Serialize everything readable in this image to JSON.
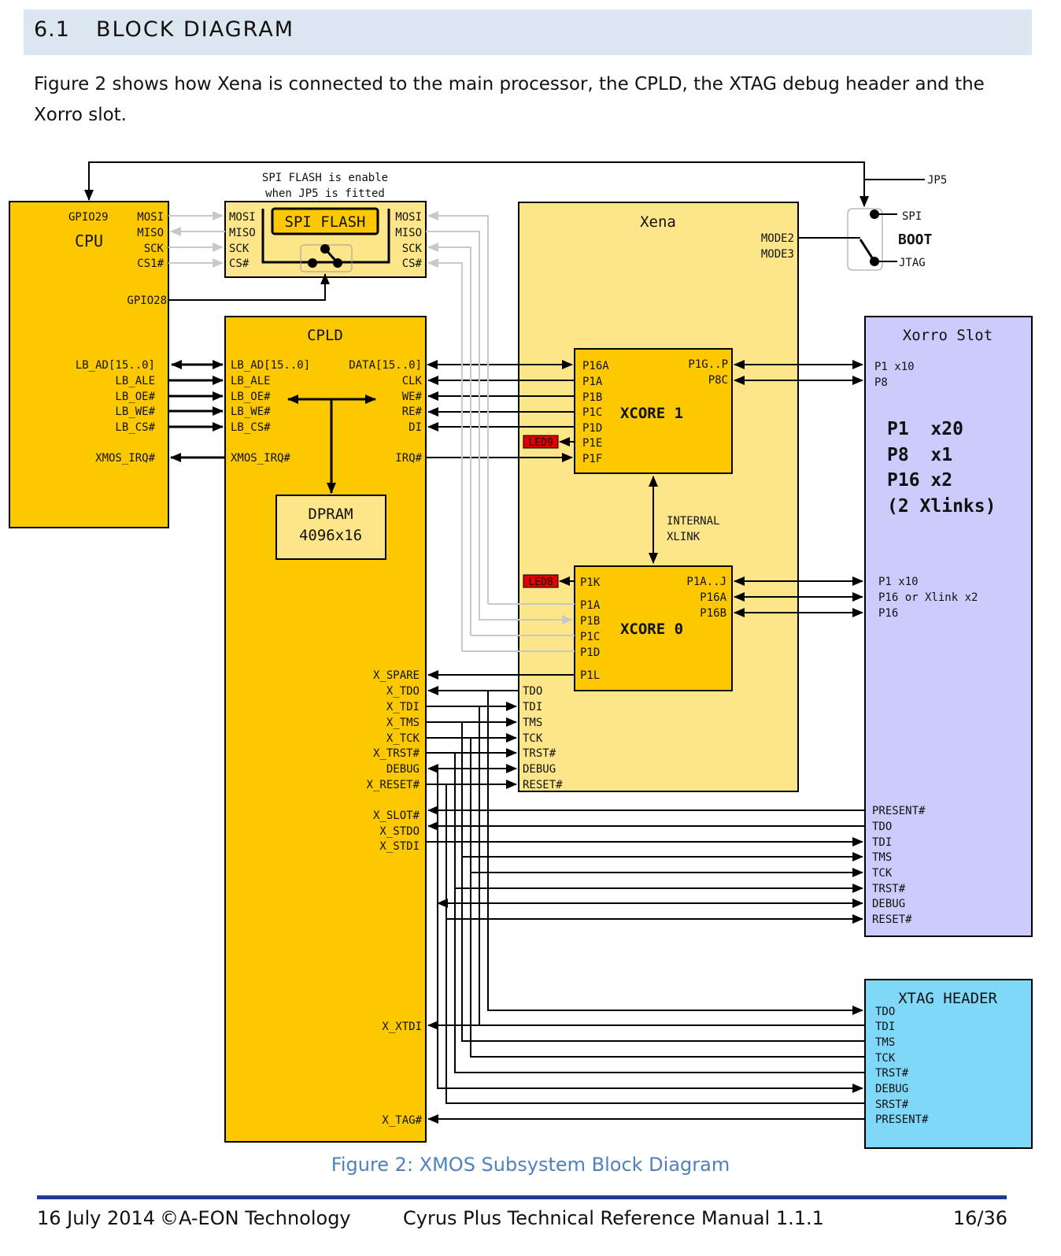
{
  "section": {
    "number": "6.1",
    "title": "BLOCK DIAGRAM"
  },
  "intro": "Figure 2 shows how Xena is connected to the main processor, the CPLD, the XTAG debug header and the Xorro slot.",
  "caption": "Figure 2: XMOS Subsystem Block Diagram",
  "footer": {
    "date": "16 July 2014",
    "copyright": "©A-EON Technology",
    "manual": "Cyrus Plus Technical Reference Manual 1.1.1",
    "page": "16/36"
  },
  "diagram": {
    "spi_note_1": "SPI FLASH is enable",
    "spi_note_2": "when JP5 is fitted",
    "jp5": "JP5",
    "cpu": {
      "title": "CPU",
      "gpio29": "GPIO29",
      "gpio28": "GPIO28",
      "mosi": "MOSI",
      "miso": "MISO",
      "sck": "SCK",
      "cs1": "CS1#",
      "lb_ad": "LB_AD[15..0]",
      "lb_ale": "LB_ALE",
      "lb_oe": "LB_OE#",
      "lb_we": "LB_WE#",
      "lb_cs": "LB_CS#",
      "xmos_irq": "XMOS_IRQ#"
    },
    "flash": {
      "title": "SPI FLASH",
      "mosi": "MOSI",
      "miso": "MISO",
      "sck": "SCK",
      "cs": "CS#"
    },
    "xena": {
      "title": "Xena",
      "mode2": "MODE2",
      "mode3": "MODE3",
      "tdo": "TDO",
      "tdi": "TDI",
      "tms": "TMS",
      "tck": "TCK",
      "trst": "TRST#",
      "debug": "DEBUG",
      "reset": "RESET#"
    },
    "boot": {
      "spi": "SPI",
      "title": "BOOT",
      "jtag": "JTAG"
    },
    "cpld": {
      "title": "CPLD",
      "lb_ad": "LB_AD[15..0]",
      "lb_ale": "LB_ALE",
      "lb_oe": "LB_OE#",
      "lb_we": "LB_WE#",
      "lb_cs": "LB_CS#",
      "xmos_irq": "XMOS_IRQ#",
      "data": "DATA[15..0]",
      "clk": "CLK",
      "we": "WE#",
      "re": "RE#",
      "di": "DI",
      "irq": "IRQ#",
      "x_spare": "X_SPARE",
      "x_tdo": "X_TDO",
      "x_tdi": "X_TDI",
      "x_tms": "X_TMS",
      "x_tck": "X_TCK",
      "x_trst": "X_TRST#",
      "debug": "DEBUG",
      "x_reset": "X_RESET#",
      "x_slot": "X_SLOT#",
      "x_stdo": "X_STDO",
      "x_stdi": "X_STDI",
      "x_xtdi": "X_XTDI",
      "x_tag": "X_TAG#"
    },
    "dpram": {
      "line1": "DPRAM",
      "line2": "4096x16"
    },
    "xcore1": {
      "title": "XCORE 1",
      "p16a": "P16A",
      "p1a": "P1A",
      "p1b": "P1B",
      "p1c": "P1C",
      "p1d": "P1D",
      "p1e": "P1E",
      "p1f": "P1F",
      "p1g": "P1G..P",
      "p8c": "P8C",
      "led": "LED9"
    },
    "xlink": {
      "line1": "INTERNAL",
      "line2": "XLINK"
    },
    "xcore0": {
      "title": "XCORE 0",
      "p1k": "P1K",
      "p1a": "P1A",
      "p1b": "P1B",
      "p1c": "P1C",
      "p1d": "P1D",
      "p1l": "P1L",
      "p1aj": "P1A..J",
      "p16a": "P16A",
      "p16b": "P16B",
      "led": "LED8"
    },
    "xorro": {
      "title": "Xorro Slot",
      "p1x10": "P1 x10",
      "p8": "P8",
      "big1": "P1  x20",
      "big2": "P8  x1",
      "big3": "P16 x2",
      "big4": "(2 Xlinks)",
      "b_p1x10": "P1 x10",
      "b_p16": "P16 or Xlink x2",
      "b_p16b": "P16",
      "present": "PRESENT#",
      "tdo": "TDO",
      "tdi": "TDI",
      "tms": "TMS",
      "tck": "TCK",
      "trst": "TRST#",
      "debug": "DEBUG",
      "reset": "RESET#"
    },
    "xtag": {
      "title": "XTAG HEADER",
      "tdo": "TDO",
      "tdi": "TDI",
      "tms": "TMS",
      "tck": "TCK",
      "trst": "TRST#",
      "debug": "DEBUG",
      "srst": "SRST#",
      "present": "PRESENT#"
    }
  }
}
